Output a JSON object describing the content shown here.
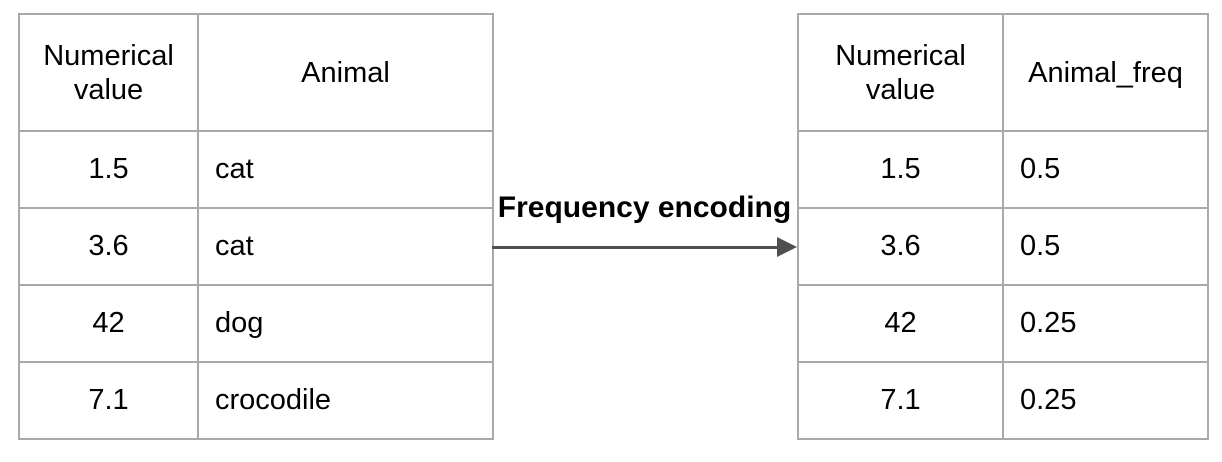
{
  "diagram": {
    "title": "Frequency encoding",
    "colors": {
      "background": "#ffffff",
      "table_border": "#a9a9a9",
      "text": "#000000",
      "arrow": "#4f4f4f"
    },
    "left_table": {
      "headers": [
        "Numerical value",
        "Animal"
      ],
      "rows": [
        [
          "1.5",
          "cat"
        ],
        [
          "3.6",
          "cat"
        ],
        [
          "42",
          "dog"
        ],
        [
          "7.1",
          "crocodile"
        ]
      ]
    },
    "right_table": {
      "headers": [
        "Numerical value",
        "Animal_freq"
      ],
      "rows": [
        [
          "1.5",
          "0.5"
        ],
        [
          "3.6",
          "0.5"
        ],
        [
          "42",
          "0.25"
        ],
        [
          "7.1",
          "0.25"
        ]
      ]
    }
  }
}
